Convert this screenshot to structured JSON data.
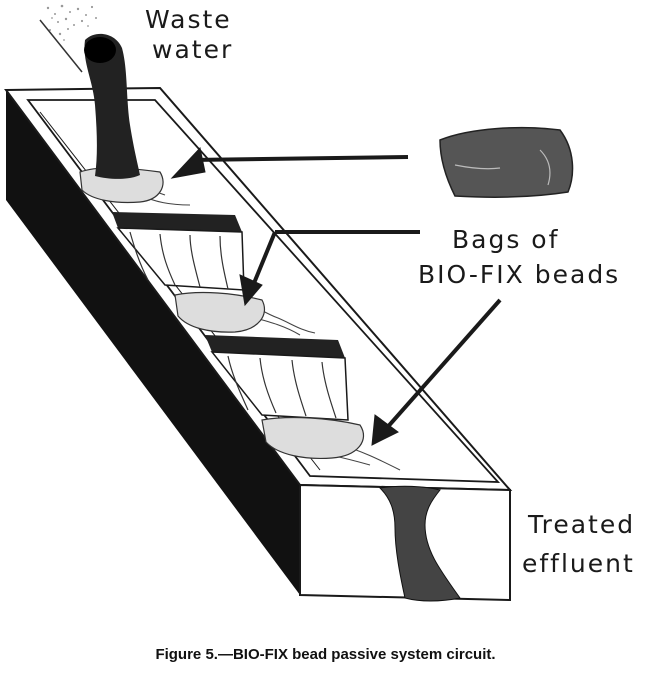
{
  "labels": {
    "waste_water_line1": "Waste",
    "waste_water_line2": "water",
    "bags_line1": "Bags of",
    "bags_line2": "BIO-FIX beads",
    "treated_line1": "Treated",
    "treated_line2": "effluent"
  },
  "caption": "Figure 5.—BIO-FIX bead passive system circuit.",
  "colors": {
    "ink": "#1a1a1a",
    "trough_side": "#111111",
    "water": "#444444",
    "bag": "#555555"
  }
}
